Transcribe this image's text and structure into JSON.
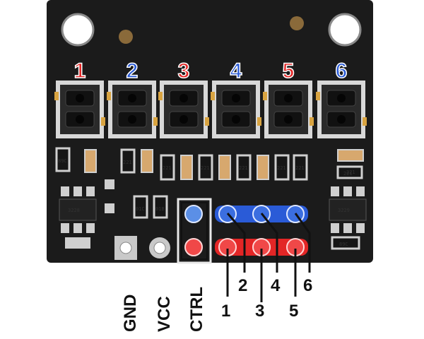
{
  "board": {
    "colors": {
      "pcb": "#1b1b1b",
      "pad": "#c9c9c9",
      "red": "#e32626",
      "blue": "#2a5bd7",
      "sensor_body": "#2a2a2a",
      "sensor_frame": "#d8d8d8",
      "resistor": "#161616",
      "capacitor": "#d7a86e"
    },
    "sensor_numbers": [
      {
        "label": "1",
        "color": "#e32626"
      },
      {
        "label": "2",
        "color": "#2a5bd7"
      },
      {
        "label": "3",
        "color": "#e32626"
      },
      {
        "label": "4",
        "color": "#2a5bd7"
      },
      {
        "label": "5",
        "color": "#e32626"
      },
      {
        "label": "6",
        "color": "#2a5bd7"
      }
    ],
    "silkscreen": [
      "89C",
      "221",
      "221",
      "221",
      "221",
      "221",
      "221",
      "221",
      "221",
      "01C",
      "01B",
      "3228",
      "3229",
      "89C",
      "221"
    ],
    "pin_labels": {
      "gnd": "GND",
      "vcc": "VCC",
      "ctrl": "CTRL",
      "odd": [
        "1",
        "3",
        "5"
      ],
      "even": [
        "2",
        "4",
        "6"
      ]
    }
  }
}
